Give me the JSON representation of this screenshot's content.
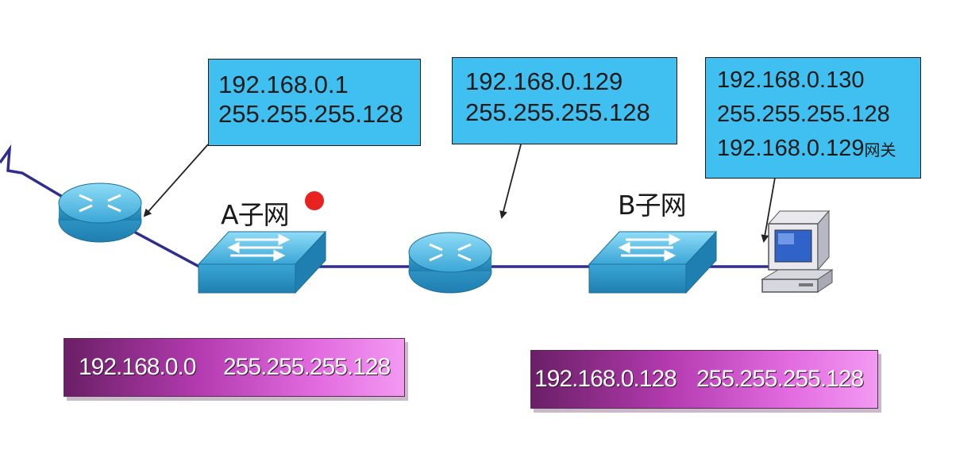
{
  "boxes": {
    "router1": {
      "lines": [
        "192.168.0.1",
        "255.255.255.128"
      ]
    },
    "router2": {
      "lines": [
        "192.168.0.129",
        "255.255.255.128"
      ]
    },
    "host": {
      "lines": [
        "192.168.0.130",
        "255.255.255.128",
        "192.168.0.129"
      ],
      "gateway_suffix": "网关"
    }
  },
  "subnets": {
    "a": {
      "label": "A子网",
      "network": "192.168.0.0",
      "mask": "255.255.255.128"
    },
    "b": {
      "label": "B子网",
      "network": "192.168.0.128",
      "mask": "255.255.255.128"
    }
  },
  "colors": {
    "info_box": "#3fc0f0",
    "link": "#2f2e8f",
    "device": "#3aa6d6",
    "net_label_dark": "#6a1f66",
    "net_label_light": "#f39af2",
    "marker": "#e8231f"
  }
}
